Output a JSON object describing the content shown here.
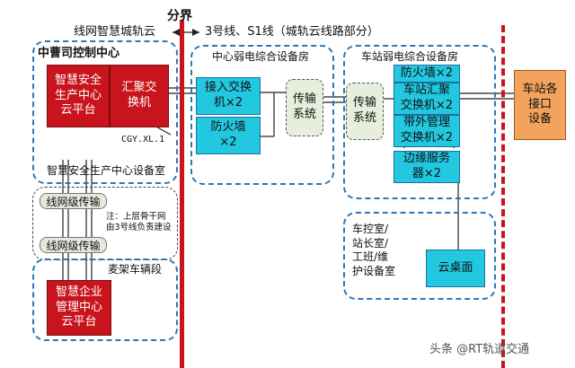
{
  "colors": {
    "platform_red": "#c8141c",
    "switch_cyan": "#22c7e0",
    "device_orange": "#f3a35e",
    "transmission_grey": "#e8eedc",
    "boundary_red": "#c8141c",
    "group_blue": "#2a78b8"
  },
  "header": {
    "boundary_label": "分界",
    "left_title": "线网智慧城轨云",
    "right_title": "3号线、S1线（城轨云线路部分）"
  },
  "control_center": {
    "title": "中曹司控制中心",
    "room_label": "智慧安全生产中心设备室",
    "platform": "智慧安全\n生产中心\n云平台",
    "aggregation_switch": "汇聚交\n换机",
    "code": "CGY.XL.1"
  },
  "line_transmission": {
    "upper": "线网级传输",
    "lower": "线网级传输",
    "note": "注：上层骨干网\n由3号线负责建设"
  },
  "depot": {
    "title": "麦架车辆段",
    "platform": "智慧企业\n管理中心\n云平台"
  },
  "center_room": {
    "title": "中心弱电综合设备房",
    "access_switch": "接入交换\n机×2",
    "firewall": "防火墙\n×2",
    "transmission": "传输\n系统"
  },
  "station_room": {
    "title": "车站弱电综合设备房",
    "transmission": "传输\n系统",
    "firewall": "防火墙×2",
    "agg_switch": "车站汇聚\n交换机×2",
    "oob_switch": "带外管理\n交换机×2",
    "edge_server": "边缘服务\n器×2"
  },
  "station_rooms": {
    "rooms": "车控室/\n站长室/\n工班/维\n护设备室",
    "cloud_desktop": "云桌面"
  },
  "station_device": "车站各\n接口\n设备",
  "watermark": "头条 @RT轨道交通"
}
